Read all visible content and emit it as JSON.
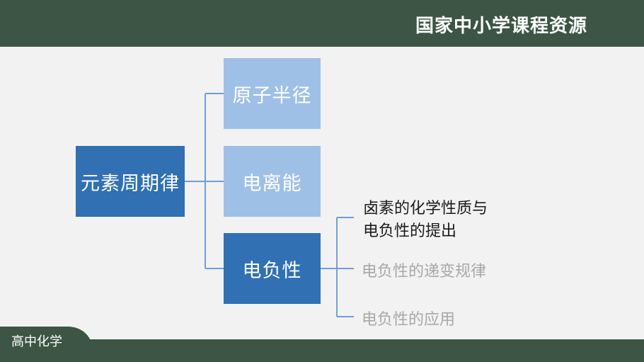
{
  "header": {
    "brand": "国家中小学课程资源"
  },
  "footer": {
    "course": "高中化学"
  },
  "colors": {
    "bar": "#3c5545",
    "primary": "#3070b3",
    "light": "#9fc0e6",
    "connector": "#6f9fd4",
    "muted": "#a8a8a8"
  },
  "diagram": {
    "root": "元素周期律",
    "children": [
      {
        "label": "原子半径",
        "active": false
      },
      {
        "label": "电离能",
        "active": false
      },
      {
        "label": "电负性",
        "active": true
      }
    ],
    "leaves": [
      {
        "line1": "卤素的化学性质与",
        "line2": "电负性的提出",
        "current": true
      },
      {
        "line1": "电负性的递变规律",
        "current": false
      },
      {
        "line1": "电负性的应用",
        "current": false
      }
    ]
  }
}
